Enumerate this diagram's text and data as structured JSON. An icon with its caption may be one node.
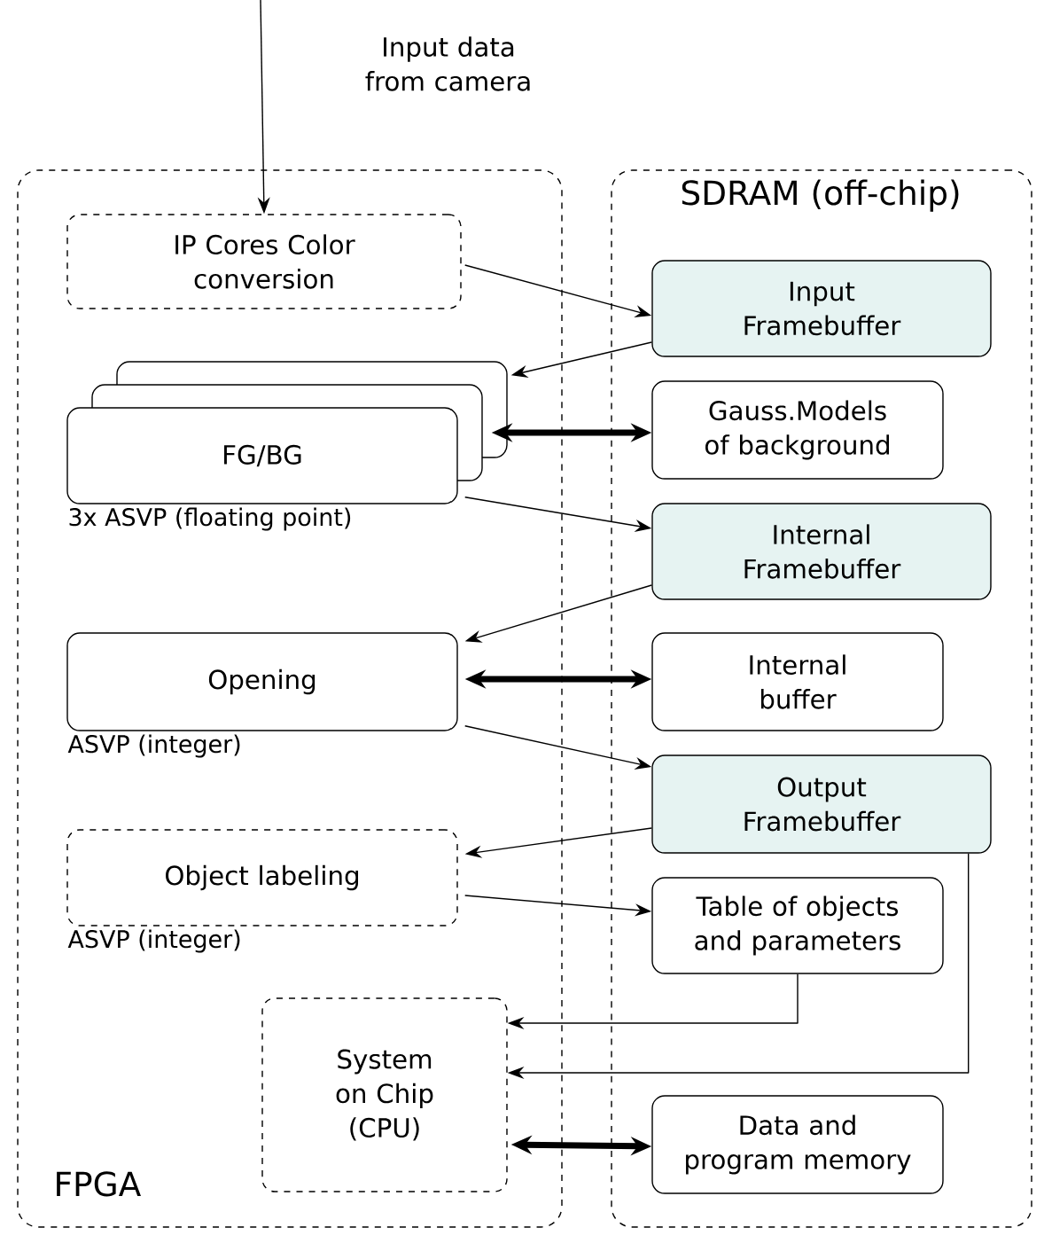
{
  "diagram": {
    "nodes": [
      {
        "text": [
          "FPGA"
        ]
      },
      {
        "text": [
          "IP Cores Color conversion"
        ],
        "in": 0
      },
      {
        "text": [
          "FG/BG"
        ],
        "beside": [
          "3x ASVP (floating point)"
        ],
        "in": 0
      },
      {
        "text": [
          "Opening"
        ],
        "beside": [
          "ASVP (integer)"
        ],
        "in": 0
      },
      {
        "text": [
          "Object labeling"
        ],
        "beside": [
          "ASVP (integer)"
        ],
        "in": 0
      },
      {
        "text": [
          "System on Chip (CPU)"
        ],
        "in": 0
      },
      {
        "text": [
          "SDRAM (off-chip)"
        ]
      },
      {
        "text": [
          "Input Framebuffer"
        ],
        "in": 6
      },
      {
        "text": [
          "Gauss.Models of background"
        ],
        "in": 6
      },
      {
        "text": [
          "Internal Framebuffer"
        ],
        "in": 6
      },
      {
        "text": [
          "Internal buffer"
        ],
        "in": 6
      },
      {
        "text": [
          "Output Framebuffer"
        ],
        "in": 6
      },
      {
        "text": [
          "Table of objects and parameters"
        ],
        "in": 6
      },
      {
        "text": [
          "Data and program memory"
        ],
        "in": 6
      }
    ],
    "edges": [
      {
        "from": null,
        "to": 1,
        "arrow": "to",
        "label": "Input data from camera"
      },
      {
        "from": 1,
        "to": 7,
        "arrow": "to"
      },
      {
        "from": 7,
        "to": 2,
        "arrow": "to"
      },
      {
        "from": 2,
        "to": 8,
        "arrow": "both",
        "style": "thick"
      },
      {
        "from": 2,
        "to": 9,
        "arrow": "to"
      },
      {
        "from": 9,
        "to": 3,
        "arrow": "to"
      },
      {
        "from": 3,
        "to": 10,
        "arrow": "both",
        "style": "thick"
      },
      {
        "from": 3,
        "to": 11,
        "arrow": "to"
      },
      {
        "from": 11,
        "to": 4,
        "arrow": "to"
      },
      {
        "from": 4,
        "to": 12,
        "arrow": "to"
      },
      {
        "from": 12,
        "to": 5,
        "arrow": "to"
      },
      {
        "from": 11,
        "to": 5,
        "arrow": "to"
      },
      {
        "from": 5,
        "to": 13,
        "arrow": "both",
        "style": "thick"
      }
    ]
  }
}
